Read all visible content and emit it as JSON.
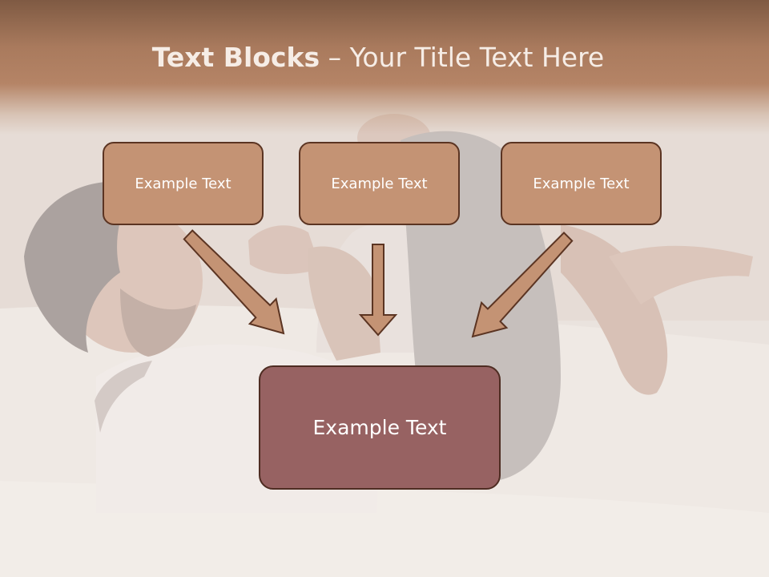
{
  "title": {
    "bold": "Text Blocks",
    "dash": " – ",
    "rest": "Your Title Text Here"
  },
  "boxes": [
    "Example Text",
    "Example Text",
    "Example Text"
  ],
  "main_box": "Example Text",
  "colors": {
    "title_band": "#a97a5d",
    "box_fill": "#c49374",
    "box_border": "#5b3422",
    "main_fill": "#976262",
    "arrow_fill": "#c49374"
  }
}
